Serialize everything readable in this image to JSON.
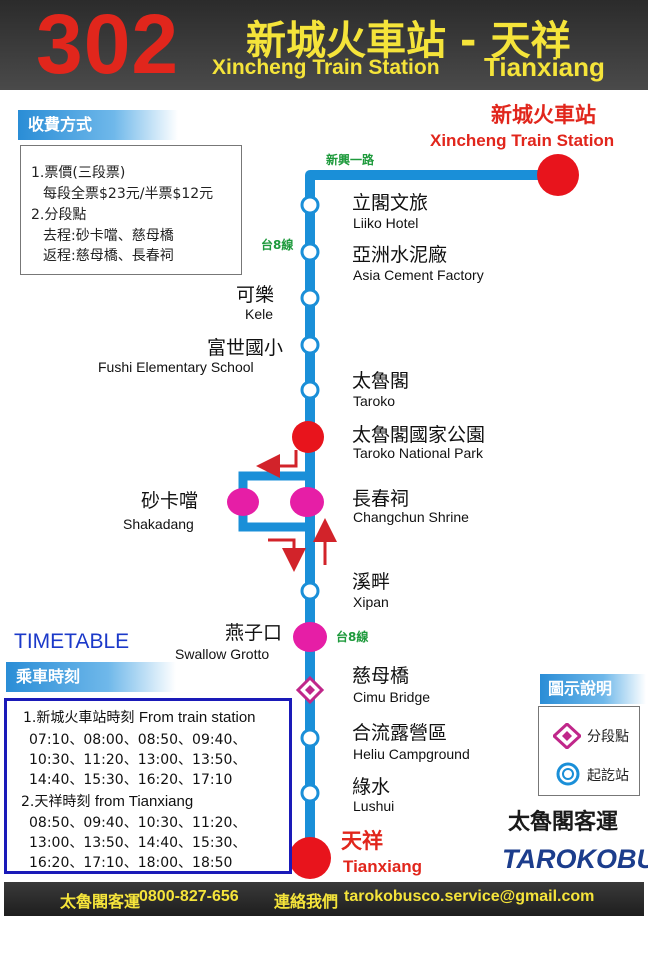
{
  "header": {
    "route_number": "302",
    "title_zh": "新城火車站 - 天祥",
    "title_en_from": "Xincheng Train Station",
    "title_en_to": "Tianxiang"
  },
  "colors": {
    "route_line": "#1a8fd8",
    "terminal": "#e8141c",
    "section_point": "#e61ea6",
    "header_bg": "#333333",
    "header_text": "#f5e43a",
    "route_number": "#e1261c"
  },
  "terminal_top": {
    "name_zh": "新城火車站",
    "name_en": "Xincheng Train Station"
  },
  "terminal_bottom": {
    "name_zh": "天祥",
    "name_en": "Tianxiang"
  },
  "roads": {
    "xinxing": "新興一路",
    "tai8_upper": "台8線",
    "tai8_lower": "台8線"
  },
  "stops": {
    "liiko": {
      "name_zh": "立閣文旅",
      "name_en": "Liiko Hotel"
    },
    "cement": {
      "name_zh": "亞洲水泥廠",
      "name_en": "Asia Cement Factory"
    },
    "kele": {
      "name_zh": "可樂",
      "name_en": "Kele"
    },
    "fushi": {
      "name_zh": "富世國小",
      "name_en": "Fushi Elementary School"
    },
    "taroko": {
      "name_zh": "太魯閣",
      "name_en": "Taroko"
    },
    "park": {
      "name_zh": "太魯閣國家公園",
      "name_en": "Taroko National Park"
    },
    "shakadang": {
      "name_zh": "砂卡噹",
      "name_en": "Shakadang"
    },
    "changchun": {
      "name_zh": "長春祠",
      "name_en": "Changchun Shrine"
    },
    "xipan": {
      "name_zh": "溪畔",
      "name_en": "Xipan"
    },
    "yanzikou": {
      "name_zh": "燕子口",
      "name_en": "Swallow Grotto"
    },
    "cimu": {
      "name_zh": "慈母橋",
      "name_en": "Cimu Bridge"
    },
    "heliu": {
      "name_zh": "合流露營區",
      "name_en": "Heliu Campground"
    },
    "lushui": {
      "name_zh": "綠水",
      "name_en": "Lushui"
    }
  },
  "fare": {
    "tab": "收費方式",
    "line1": "1.票價(三段票)",
    "line2": "每段全票$23元/半票$12元",
    "line3": "2.分段點",
    "line4": "去程:砂卡噹、慈母橋",
    "line5": "返程:慈母橋、長春祠"
  },
  "timetable": {
    "heading_en": "TIMETABLE",
    "tab": "乘車時刻",
    "from_station_zh": "1.新城火車站時刻",
    "from_station_en": "From train station",
    "from_station_times": [
      "07:10、08:00、08:50、09:40、",
      "10:30、11:20、13:00、13:50、",
      "14:40、15:30、16:20、17:10"
    ],
    "from_tianxiang_zh": "2.天祥時刻",
    "from_tianxiang_en": "from Tianxiang",
    "from_tianxiang_times": [
      "08:50、09:40、10:30、11:20、",
      "13:00、13:50、14:40、15:30、",
      "16:20、17:10、18:00、18:50"
    ]
  },
  "legend": {
    "tab": "圖示說明",
    "section_point": "分段點",
    "terminal": "起訖站",
    "section_icon": "diamond-icon",
    "terminal_icon": "ring-icon"
  },
  "brand": {
    "name_zh": "太魯閣客運",
    "name_en": "TAROKOBUS"
  },
  "footer": {
    "company": "太魯閣客運",
    "phone": "0800-827-656",
    "contact_label": "連絡我們",
    "email": "tarokobusco.service@gmail.com"
  }
}
